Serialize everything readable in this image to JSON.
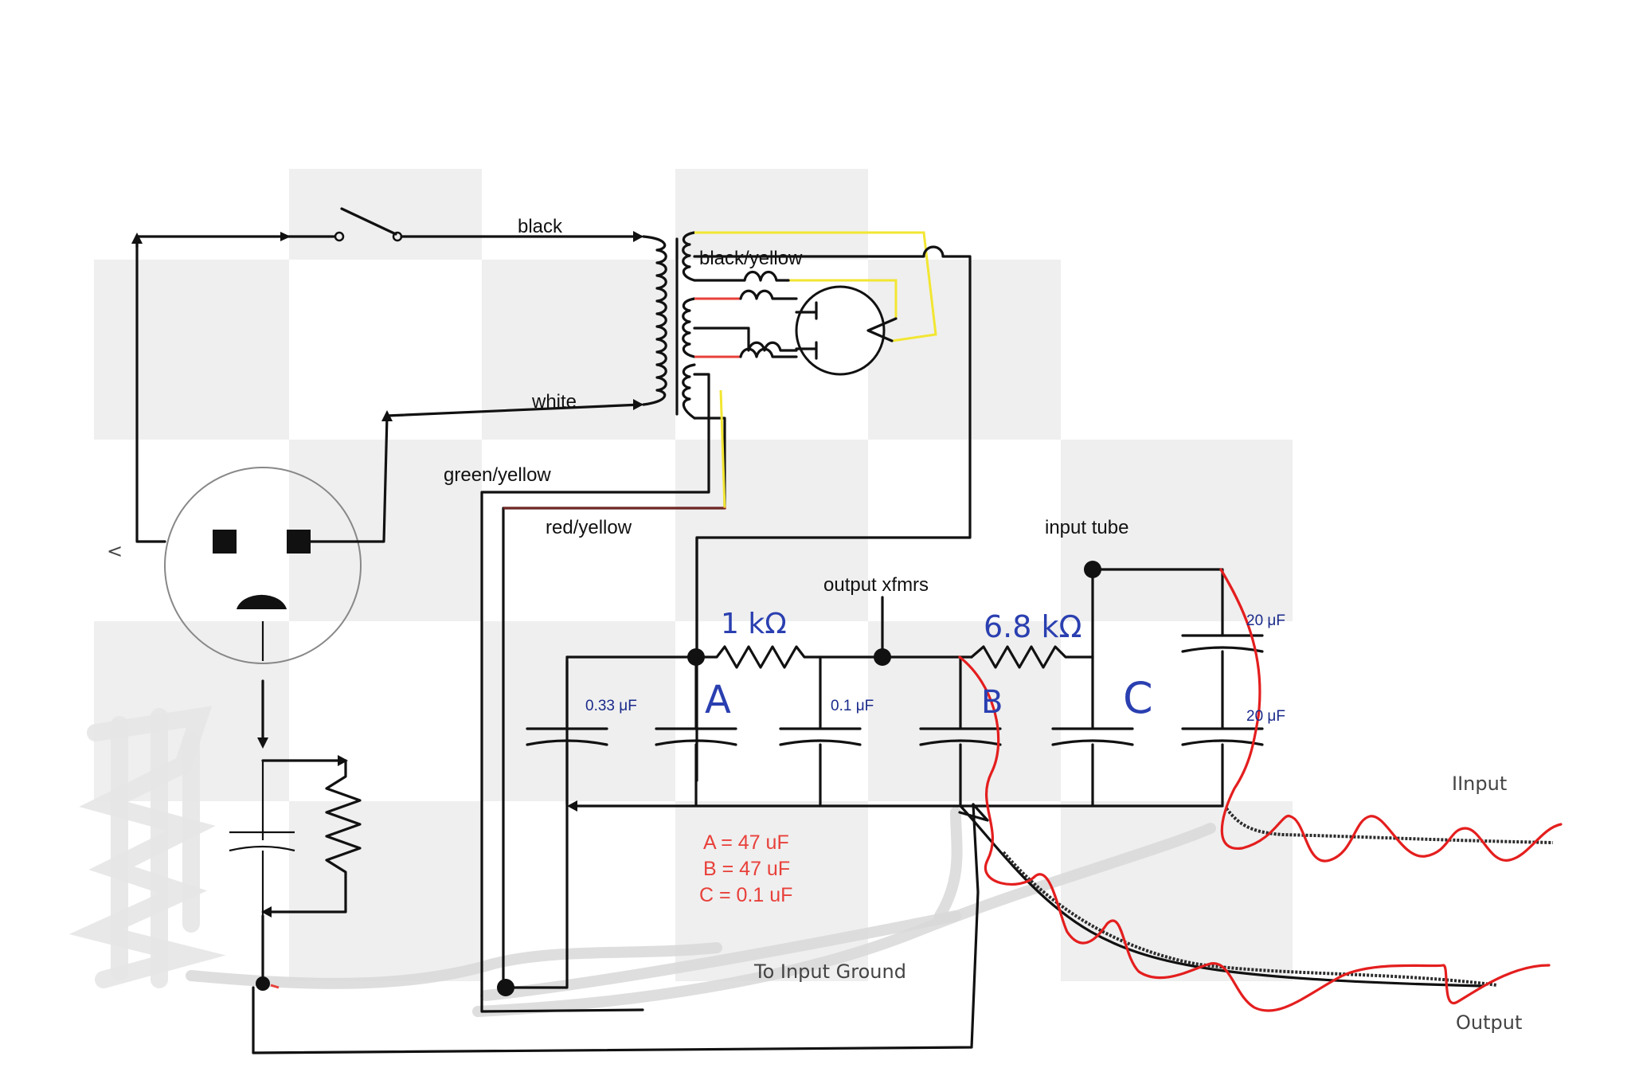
{
  "labels": {
    "black": "black",
    "black_yellow": "black/yellow",
    "white": "white",
    "green_yellow": "green/yellow",
    "red_yellow": "red/yellow",
    "input_tube": "input tube",
    "output_xfmrs": "output xfmrs",
    "to_input_ground": "To Input Ground",
    "input": "IInput",
    "output": "Output",
    "nav_arrow": "<"
  },
  "components": {
    "c1": "0.33 μF",
    "c2": "0.1 μF",
    "c3": "20 μF",
    "c4": "20 μF",
    "r1": "1 kΩ",
    "r2": "6.8 kΩ",
    "cap_a": "A",
    "cap_b": "B",
    "cap_c": "C"
  },
  "values_note": {
    "a": "A = 47 uF",
    "b": "B = 47 uF",
    "c": "C = 0.1 uF"
  },
  "colors": {
    "wire": "#111111",
    "yellow_wire": "#f2e632",
    "red_wire": "#e8403a",
    "handwriting_blue": "#2a3fb0",
    "annotation_red": "#e41e1e"
  }
}
